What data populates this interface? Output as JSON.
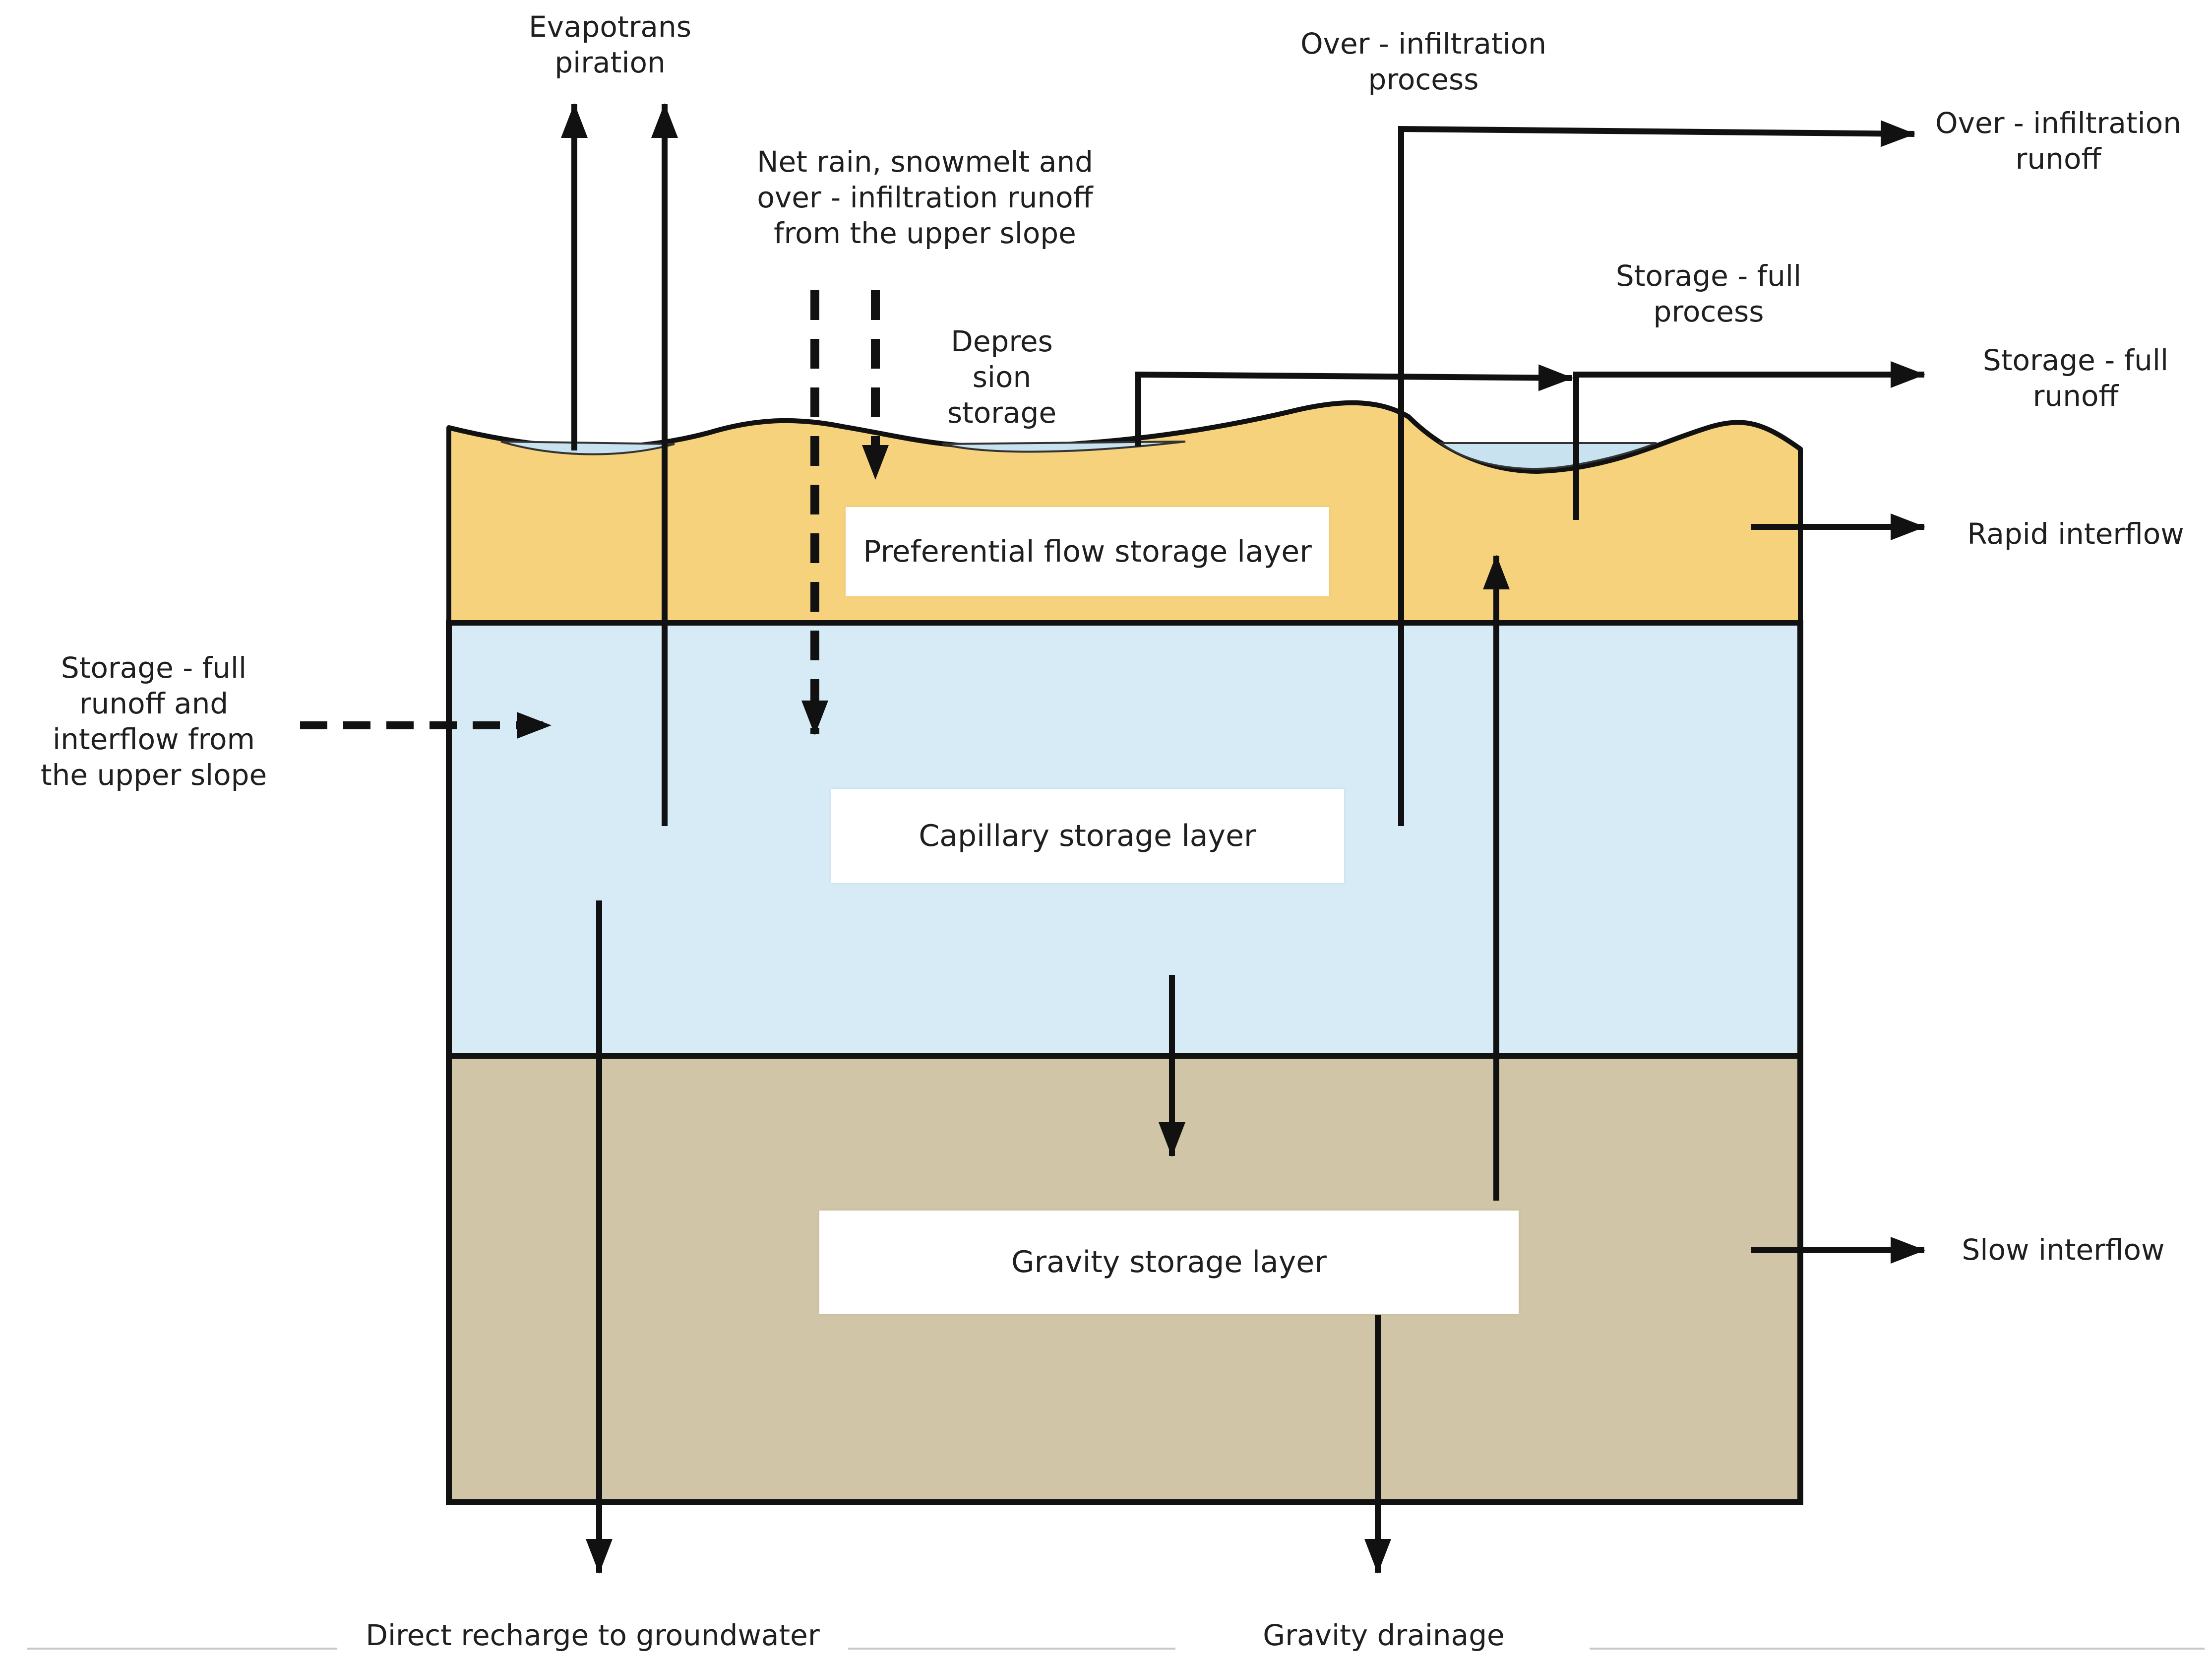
{
  "colors": {
    "preferential_layer": "#f7d27d",
    "capillary_layer": "#d6ebf6",
    "gravity_layer": "#d0c5a6",
    "ponded_water": "#c8e3ef",
    "line": "#111111"
  },
  "layers": {
    "preferential": "Preferential flow storage layer",
    "capillary": "Capillary storage layer",
    "gravity": "Gravity storage layer"
  },
  "labels": {
    "evapotranspiration": [
      "Evapotrans",
      "piration"
    ],
    "net_rain": [
      "Net rain, snowmelt and",
      "over - infiltration runoff",
      "from the upper slope"
    ],
    "depression_storage": [
      "Depres",
      "sion",
      "storage"
    ],
    "over_infiltration_process": [
      "Over - infiltration",
      "process"
    ],
    "over_infiltration_runoff": [
      "Over - infiltration",
      "runoff"
    ],
    "storage_full_process": [
      "Storage - full",
      "process"
    ],
    "storage_full_runoff": [
      "Storage - full",
      "runoff"
    ],
    "rapid_interflow": "Rapid interflow",
    "storage_full_runoff_upper": [
      "Storage - full",
      "runoff and",
      "interflow from",
      "the upper slope"
    ],
    "slow_interflow": "Slow interflow",
    "direct_recharge": "Direct recharge to groundwater",
    "gravity_drainage": "Gravity drainage"
  }
}
